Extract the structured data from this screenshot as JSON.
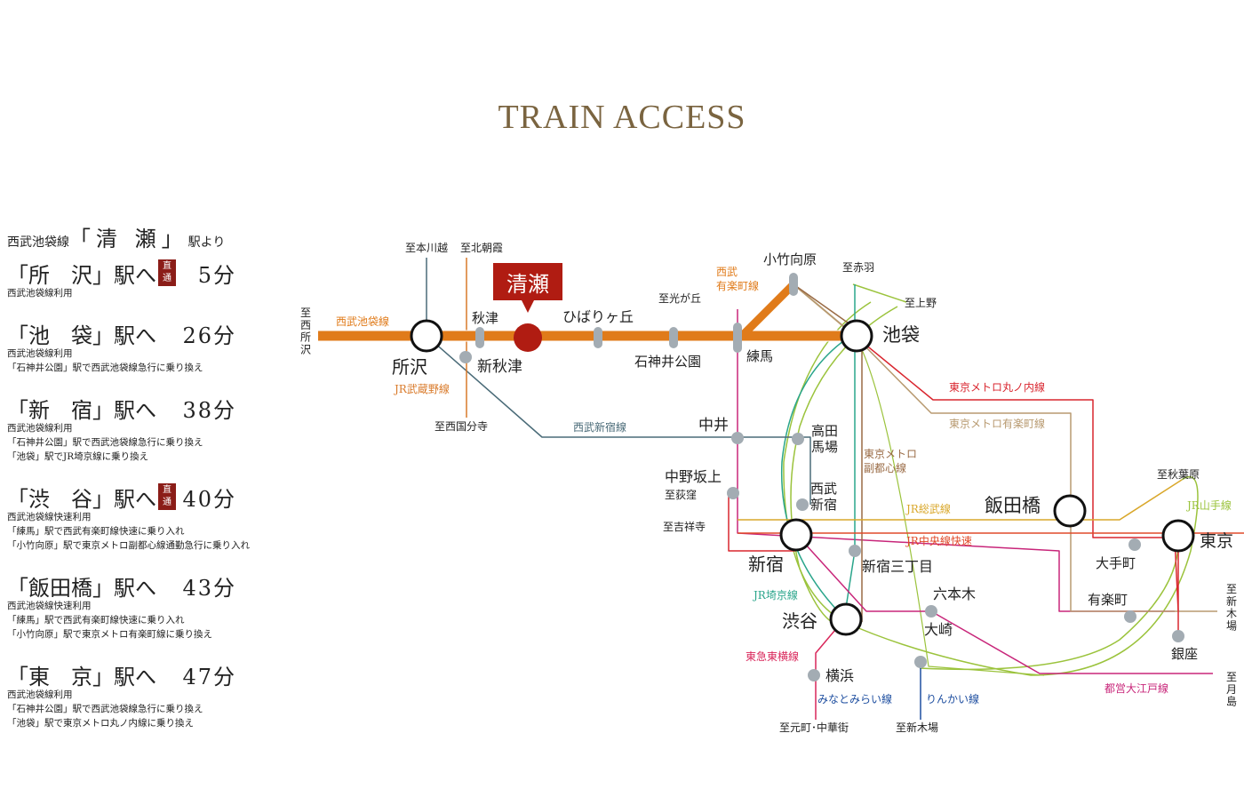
{
  "title": "TRAIN ACCESS",
  "panel": {
    "intro_prefix": "西武池袋線",
    "intro_station": "「清 瀬」",
    "intro_suffix": "駅より",
    "items": [
      {
        "dest": "「所　沢」駅へ",
        "direct": true,
        "time": "5分",
        "notes": [
          "西武池袋線利用"
        ]
      },
      {
        "dest": "「池　袋」駅へ",
        "direct": false,
        "time": "26分",
        "notes": [
          "西武池袋線利用",
          "「石神井公園」駅で西武池袋線急行に乗り換え"
        ]
      },
      {
        "dest": "「新　宿」駅へ",
        "direct": false,
        "time": "38分",
        "notes": [
          "西武池袋線利用",
          "「石神井公園」駅で西武池袋線急行に乗り換え",
          "「池袋」駅でJR埼京線に乗り換え"
        ]
      },
      {
        "dest": "「渋　谷」駅へ",
        "direct": true,
        "time": "40分",
        "notes": [
          "西武池袋線快速利用",
          "「練馬」駅で西武有楽町線快速に乗り入れ",
          "「小竹向原」駅で東京メトロ副都心線通勤急行に乗り入れ"
        ]
      },
      {
        "dest": "「飯田橋」駅へ",
        "direct": false,
        "time": "43分",
        "notes": [
          "西武池袋線快速利用",
          "「練馬」駅で西武有楽町線快速に乗り入れ",
          "「小竹向原」駅で東京メトロ有楽町線に乗り換え"
        ]
      },
      {
        "dest": "「東　京」駅へ",
        "direct": false,
        "time": "47分",
        "notes": [
          "西武池袋線利用",
          "「石神井公園」駅で西武池袋線急行に乗り換え",
          "「池袋」駅で東京メトロ丸ノ内線に乗り換え"
        ]
      }
    ],
    "direct_badge": "直通"
  },
  "map": {
    "current_station": "清瀬",
    "stations": {
      "tokorozawa": "所沢",
      "akitsu": "秋津",
      "shinakitsu": "新秋津",
      "hibarigaoka": "ひばりヶ丘",
      "shakujii": "石神井公園",
      "nerima": "練馬",
      "kotakemukaihara": "小竹向原",
      "ikebukuro": "池袋",
      "nakai": "中井",
      "takadanobaba": "高田\n馬場",
      "seibushinjuku": "西武\n新宿",
      "nakanosakaue": "中野坂上",
      "shinjuku": "新宿",
      "shinjukusanchome": "新宿三丁目",
      "iidabashi": "飯田橋",
      "tokyo": "東京",
      "otemachi": "大手町",
      "yurakucho": "有楽町",
      "ginza": "銀座",
      "roppongi": "六本木",
      "shibuya": "渋谷",
      "osaki": "大崎",
      "yokohama": "横浜"
    },
    "directions": {
      "honkawagoe": "至本川越",
      "kitaasaka": "至北朝霞",
      "nishitokorozawa": "至西所沢",
      "nishikokubunji": "至西国分寺",
      "hikarigaoka": "至光が丘",
      "akabane": "至赤羽",
      "ueno": "至上野",
      "akihabara": "至秋葉原",
      "ogikubo": "至荻窪",
      "kichijoji": "至吉祥寺",
      "shinkiba_r": "至新木場",
      "tsukishima": "至月島",
      "motomachi": "至元町･中華街",
      "shinkiba_b": "至新木場"
    },
    "lines": {
      "ikebukuro_line": "西武池袋線",
      "musashino": "JR武蔵野線",
      "shinjuku_line": "西武新宿線",
      "yurakucho_seibu": "西武\n有楽町線",
      "marunouchi": "東京メトロ丸ノ内線",
      "metro_yurakucho": "東京メトロ有楽町線",
      "fukutoshin": "東京メトロ\n副都心線",
      "sobu": "JR総武線",
      "chuo": "JR中央線快速",
      "yamanote": "JR山手線",
      "saikyo": "JR埼京線",
      "toyoko": "東急東横線",
      "minatomirai": "みなとみらい線",
      "rinkai": "りんかい線",
      "oedo": "都営大江戸線"
    },
    "colors": {
      "seibu": "#e07b1a",
      "musashino": "#d97a2a",
      "shinjuku": "#4a6b78",
      "yurakucho": "#b89a70",
      "marunouchi": "#d9262f",
      "fukutoshin": "#9a6b45",
      "sobu": "#d9a72a",
      "chuo": "#e04a2a",
      "yamanote": "#9bc33c",
      "saikyo": "#2aa58b",
      "toyoko": "#d9265a",
      "minatomirai": "#1f4fa0",
      "rinkai": "#1f4fa0",
      "oedo": "#c8267a",
      "station": "#a3acb3",
      "current": "#b01c12"
    }
  }
}
